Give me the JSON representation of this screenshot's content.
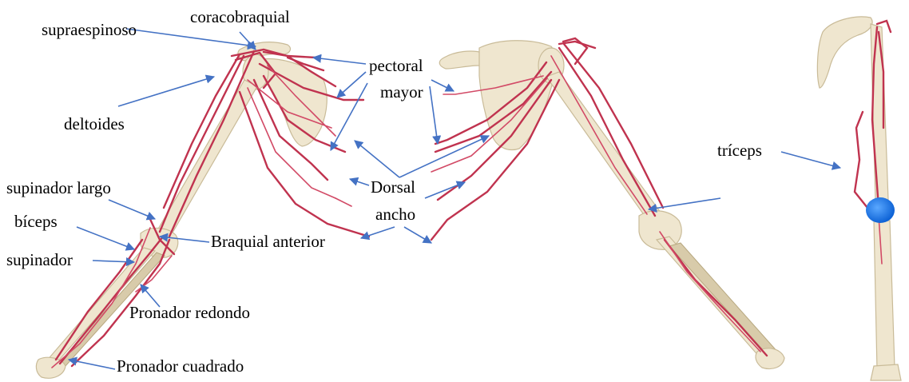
{
  "labels": {
    "supraespinoso": "supraespinoso",
    "coracobraquial": "coracobraquial",
    "pectoral": "pectoral",
    "mayor": "mayor",
    "deltoides": "deltoides",
    "dorsal": "Dorsal",
    "ancho": "ancho",
    "supinador_largo": "supinador largo",
    "biceps": "bíceps",
    "braquial_anterior": "Braquial anterior",
    "supinador": "supinador",
    "pronador_redondo": "Pronador redondo",
    "pronador_cuadrado": "Pronador cuadrado",
    "triceps": "tríceps"
  },
  "colors": {
    "muscle": "#c0334f",
    "bone": "#efe6cf",
    "arrow": "#4472c4",
    "highlight": "#1e7be6"
  }
}
